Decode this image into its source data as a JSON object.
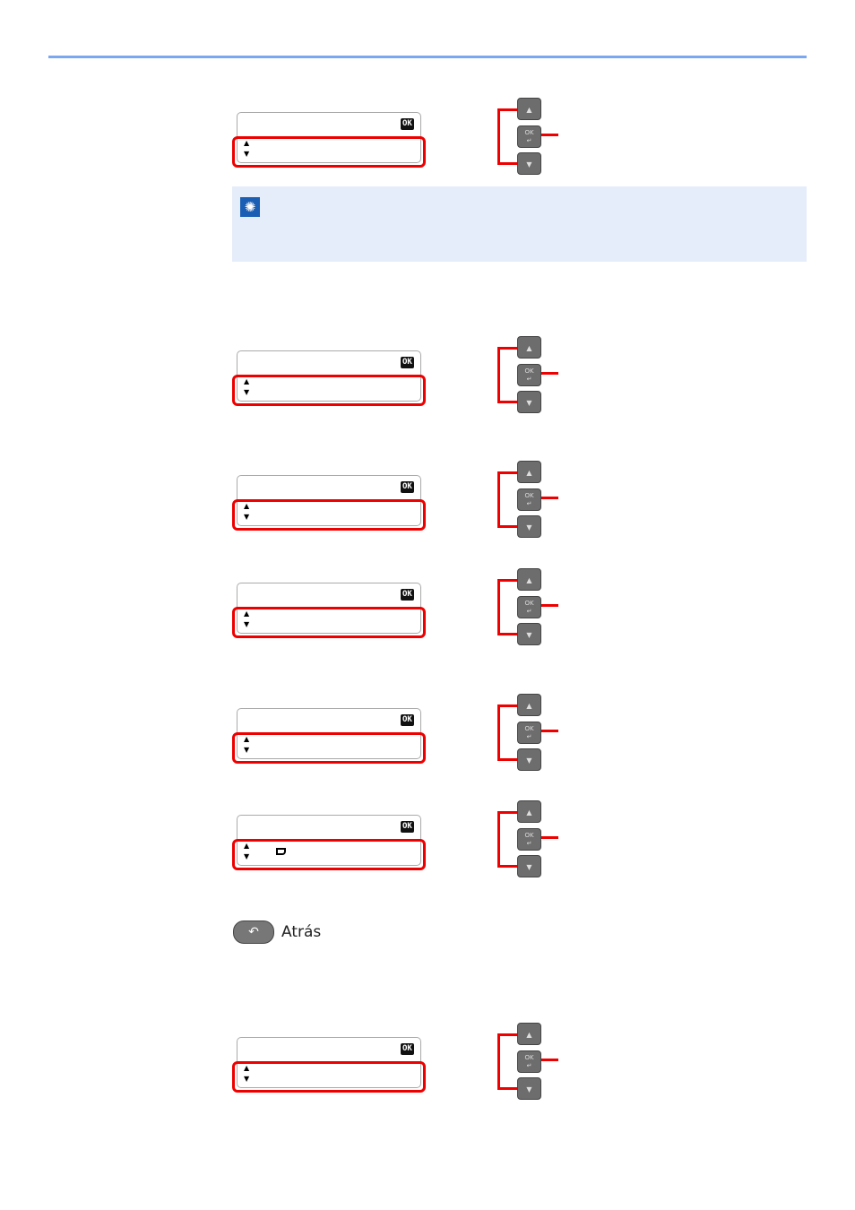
{
  "screen": {
    "ok_badge": "OK",
    "scroll_up": "▲",
    "scroll_down": "▼"
  },
  "keys": {
    "up": "▲",
    "ok": "OK",
    "enter": "↵",
    "down": "▼"
  },
  "note": {
    "icon": "lightbulb-note-icon"
  },
  "back": {
    "label": "Atrás",
    "icon": "↶"
  },
  "steps": [
    {
      "paper": false
    },
    {
      "paper": false
    },
    {
      "paper": false
    },
    {
      "paper": false
    },
    {
      "paper": false
    },
    {
      "paper": true
    },
    {
      "paper": false
    }
  ]
}
